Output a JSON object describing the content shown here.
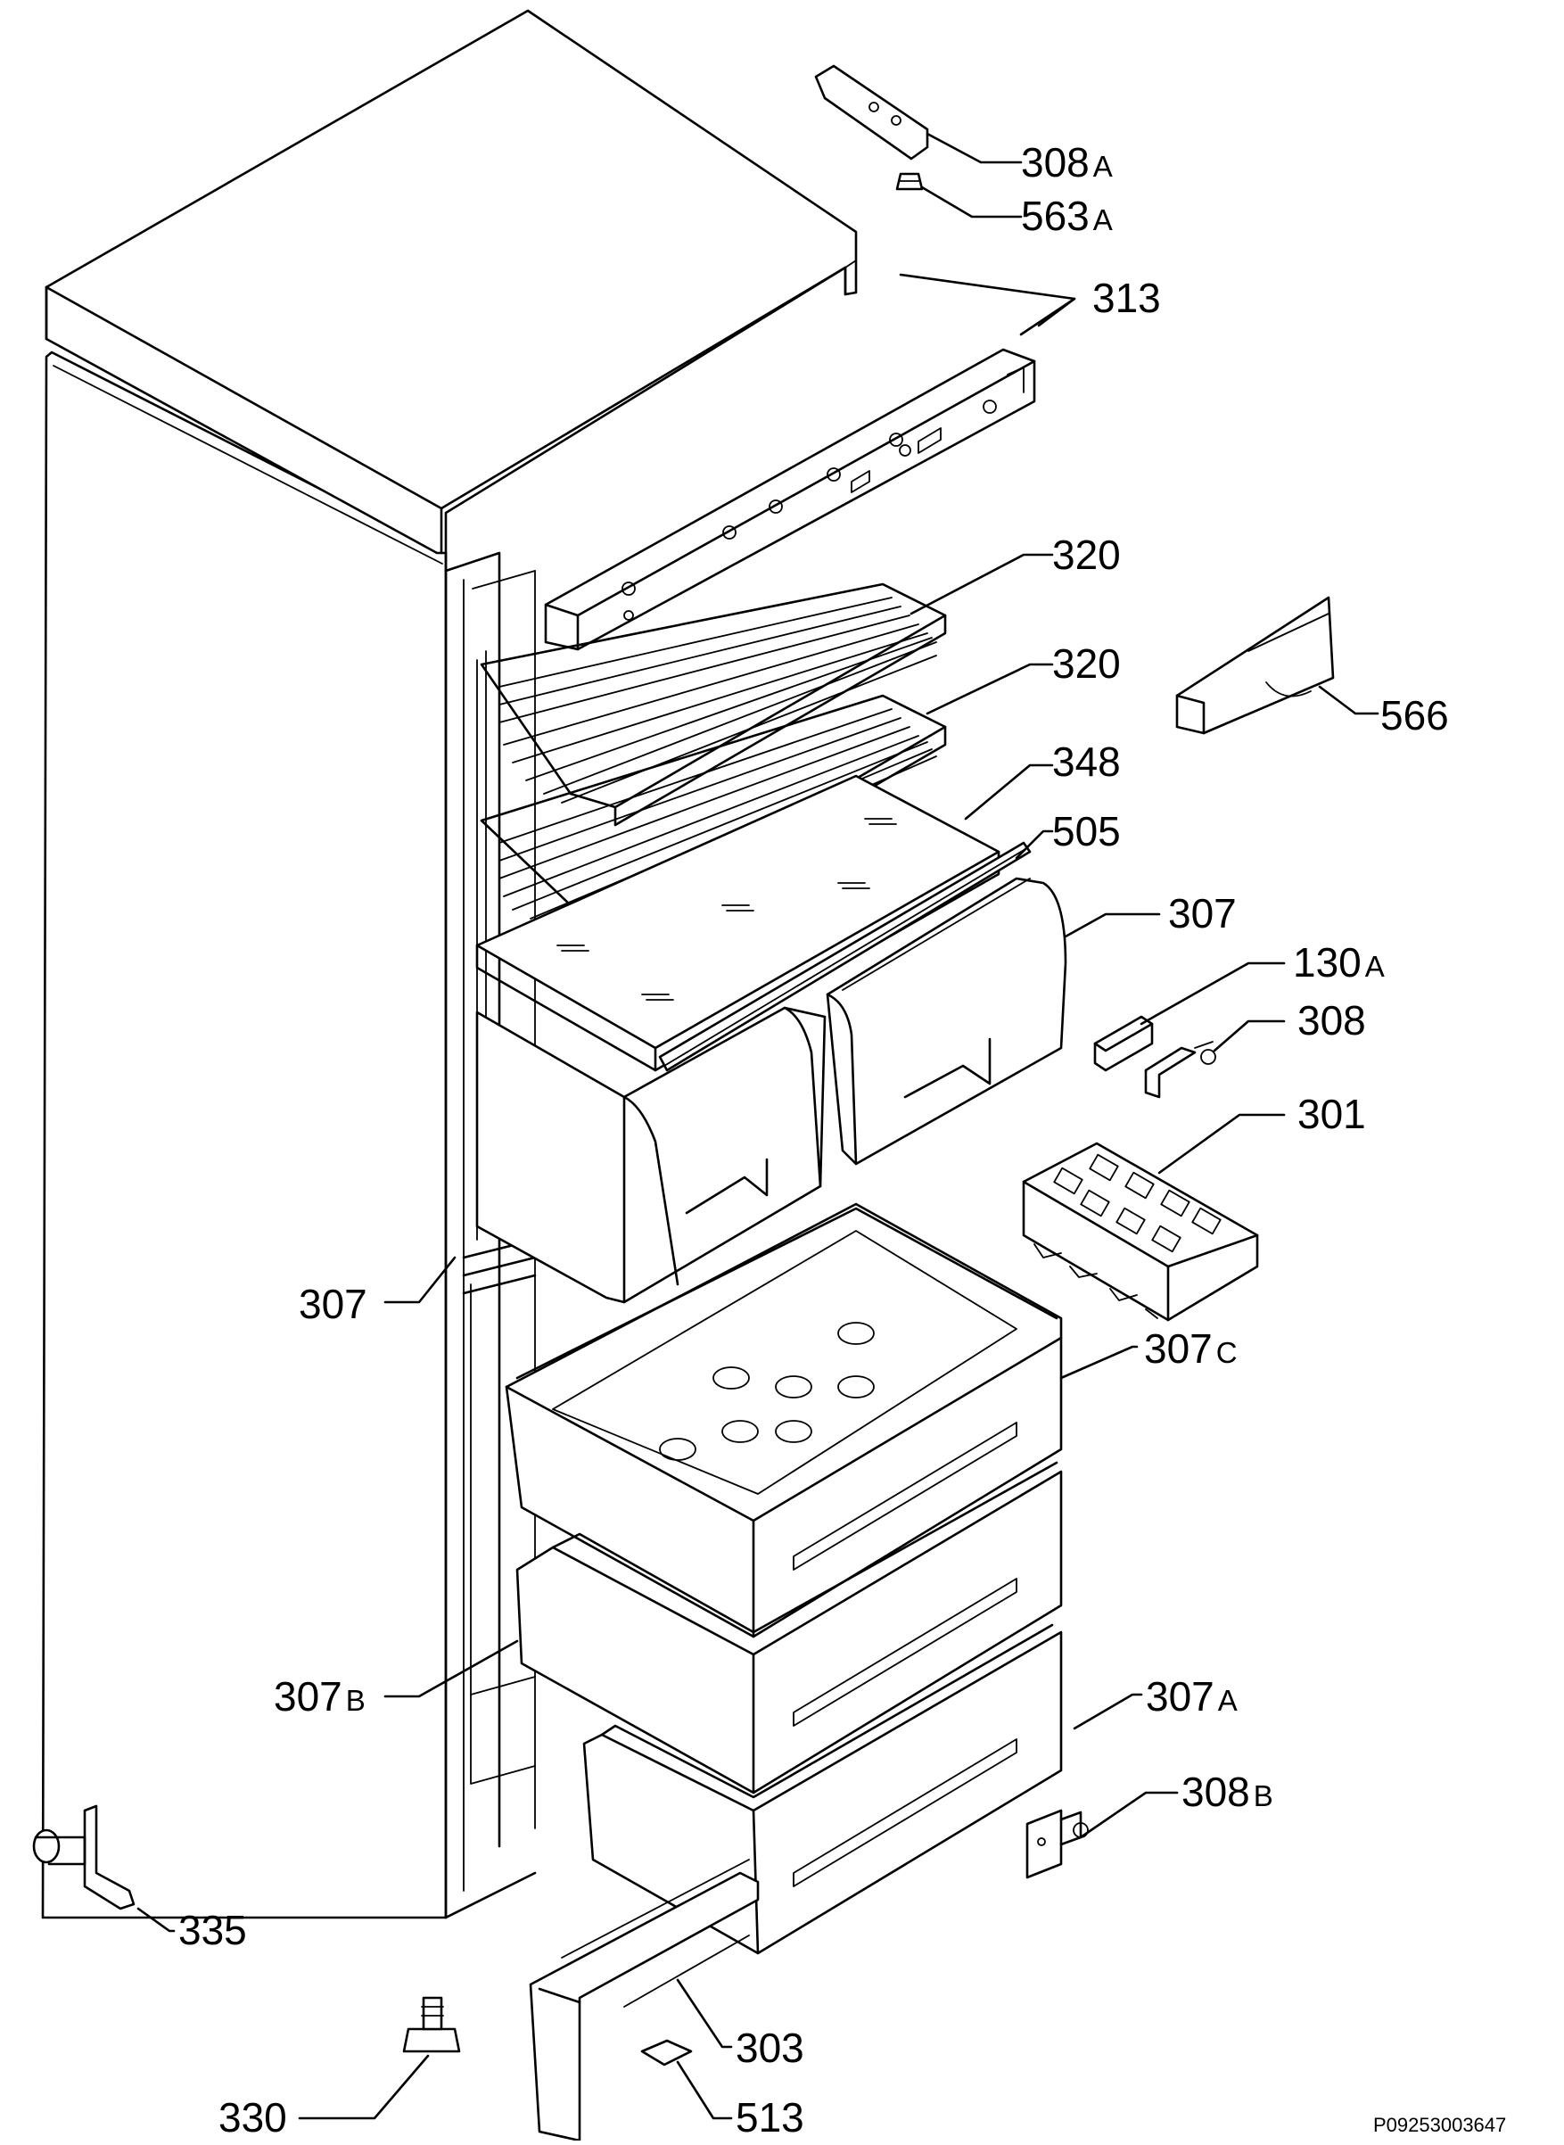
{
  "document_code": "P09253003647",
  "callouts": [
    {
      "id": "308a",
      "num": "308",
      "suffix": "A"
    },
    {
      "id": "563a",
      "num": "563",
      "suffix": "A"
    },
    {
      "id": "313",
      "num": "313",
      "suffix": ""
    },
    {
      "id": "320-top",
      "num": "320",
      "suffix": ""
    },
    {
      "id": "320-mid",
      "num": "320",
      "suffix": ""
    },
    {
      "id": "566",
      "num": "566",
      "suffix": ""
    },
    {
      "id": "348",
      "num": "348",
      "suffix": ""
    },
    {
      "id": "505",
      "num": "505",
      "suffix": ""
    },
    {
      "id": "307-right",
      "num": "307",
      "suffix": ""
    },
    {
      "id": "130a",
      "num": "130",
      "suffix": "A"
    },
    {
      "id": "308",
      "num": "308",
      "suffix": ""
    },
    {
      "id": "301",
      "num": "301",
      "suffix": ""
    },
    {
      "id": "307-left",
      "num": "307",
      "suffix": ""
    },
    {
      "id": "307c",
      "num": "307",
      "suffix": "C"
    },
    {
      "id": "307b",
      "num": "307",
      "suffix": "B"
    },
    {
      "id": "307a",
      "num": "307",
      "suffix": "A"
    },
    {
      "id": "308b",
      "num": "308",
      "suffix": "B"
    },
    {
      "id": "335",
      "num": "335",
      "suffix": ""
    },
    {
      "id": "303",
      "num": "303",
      "suffix": ""
    },
    {
      "id": "330",
      "num": "330",
      "suffix": ""
    },
    {
      "id": "513",
      "num": "513",
      "suffix": ""
    }
  ]
}
